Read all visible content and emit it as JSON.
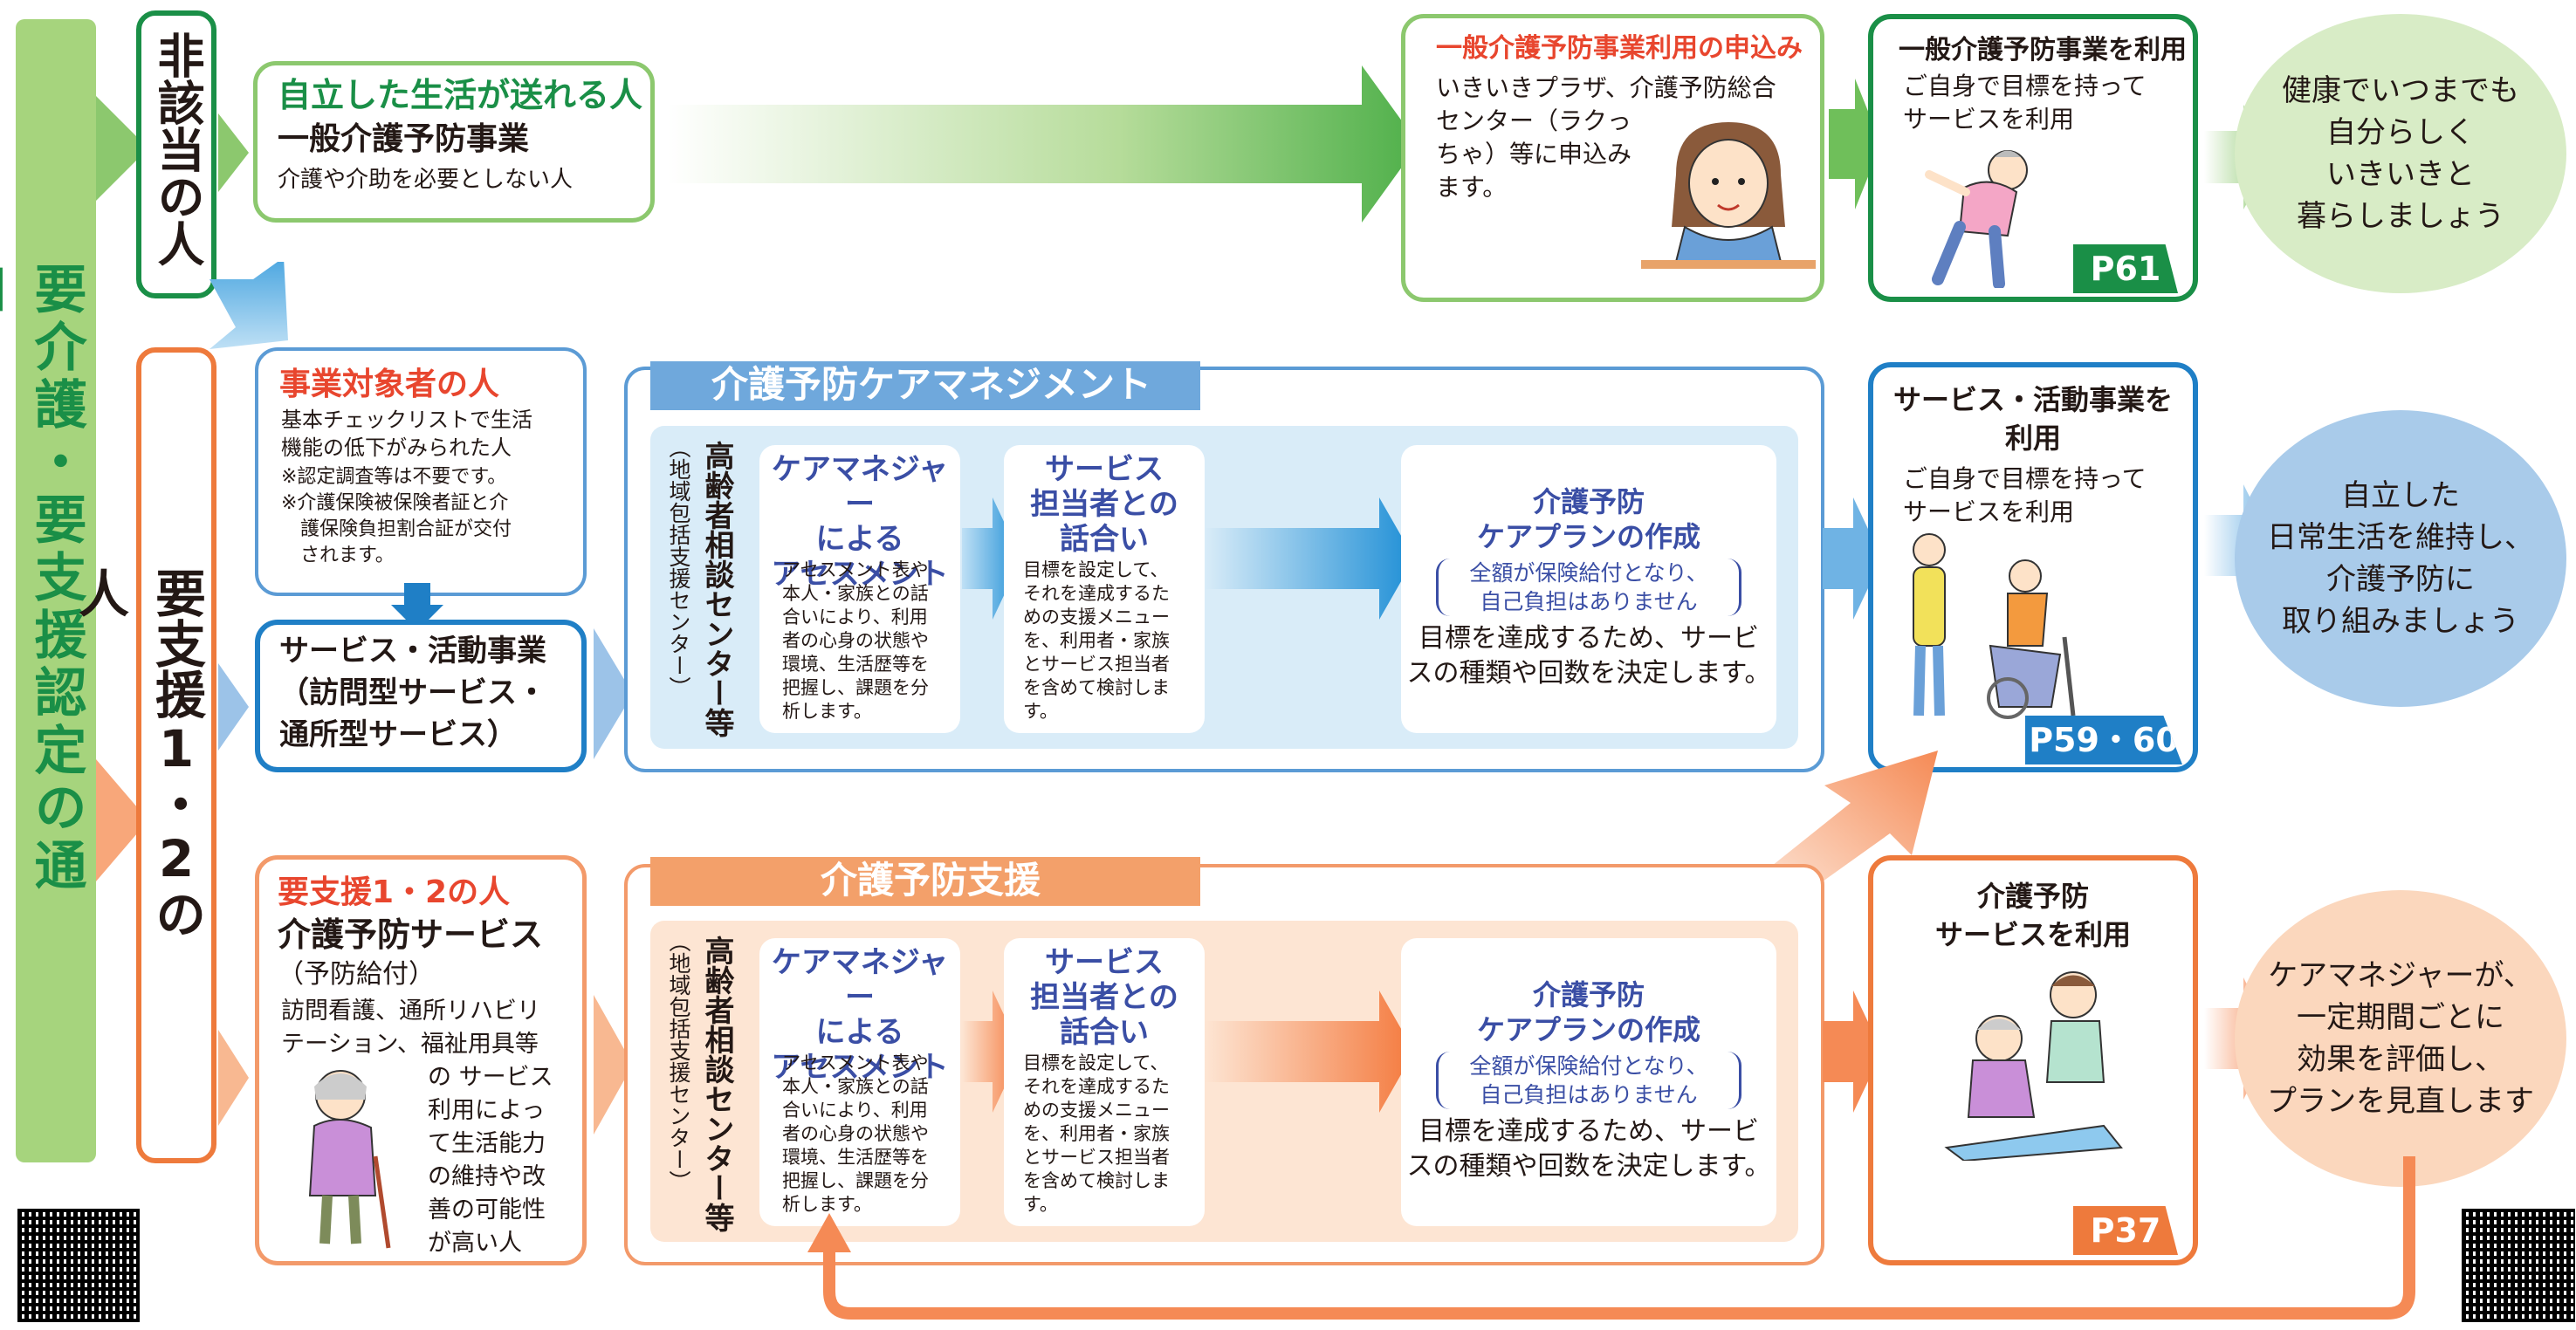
{
  "left_label": "要介護・要支援認定の通知",
  "rows": {
    "hi_gaitou": {
      "label": "非該当の人",
      "box_title": "自立した生活が送れる人",
      "box_subtitle": "一般介護予防事業",
      "box_text": "介護や介助を必要としない人",
      "apply_title": "一般介護予防事業利用の申込み",
      "apply_text": "いきいきプラザ、介護予防総合\nセンター（ラクっ\nちゃ）等に申込み\nます。",
      "use_title": "一般介護予防事業を利用",
      "use_text": "ご自身で目標を持って\nサービスを利用",
      "page": "P61",
      "result": "健康でいつまでも\n自分らしく\nいきいきと\n暮らしましょう"
    },
    "youshien": {
      "label": "要支援1・2の人",
      "jigyou_title": "事業対象者の人",
      "jigyou_text": "基本チェックリストで生活\n機能の低下がみられた人",
      "jigyou_notes": "※認定調査等は不要です。\n※介護保険被保険者証と介\n　護保険負担割合証が交付\n　されます。",
      "service_title": "サービス・活動事業\n（訪問型サービス・\n通所型サービス）",
      "yoshien_title": "要支援1・2の人",
      "yoshien_subtitle": "介護予防サービス",
      "yoshien_kyufu": "（予防給付）",
      "yoshien_text_top": "訪問看護、通所リハビリ\nテーション、福祉用具等",
      "yoshien_text_side": "の サービス\n利用によっ\nて生活能力\nの維持や改\n善の可能性\nが高い人"
    }
  },
  "care_management": {
    "banner": "介護予防ケアマネジメント",
    "center": "高齢者相談センター等",
    "center_sub": "（地域包括支援センター）",
    "assessment_title": "ケアマネジャー\nによる\nアセスメント",
    "assessment_text": "アセスメント表や\n本人・家族との話\n合いにより、利用\n者の心身の状態や\n環境、生活歴等を\n把握し、課題を分\n析します。",
    "meeting_title": "サービス\n担当者との\n話合い",
    "meeting_text": "目標を設定して、\nそれを達成するた\nめの支援メニュー\nを、利用者・家族\nとサービス担当者\nを含めて検討しま\nす。",
    "plan_title": "介護予防\nケアプランの作成",
    "plan_note": "全額が保険給付となり、\n自己負担はありません",
    "plan_text": "目標を達成するため、サービ\nスの種類や回数を決定します。"
  },
  "prevention_support": {
    "banner": "介護予防支援",
    "center": "高齢者相談センター等",
    "center_sub": "（地域包括支援センター）",
    "assessment_title": "ケアマネジャー\nによる\nアセスメント",
    "assessment_text": "アセスメント表や\n本人・家族との話\n合いにより、利用\n者の心身の状態や\n環境、生活歴等を\n把握し、課題を分\n析します。",
    "meeting_title": "サービス\n担当者との\n話合い",
    "meeting_text": "目標を設定して、\nそれを達成するた\nめの支援メニュー\nを、利用者・家族\nとサービス担当者\nを含めて検討しま\nす。",
    "plan_title": "介護予防\nケアプランの作成",
    "plan_note": "全額が保険給付となり、\n自己負担はありません",
    "plan_text": "目標を達成するため、サービ\nスの種類や回数を決定します。"
  },
  "service_use": {
    "title": "サービス・活動事業を\n利用",
    "text": "ご自身で目標を持って\nサービスを利用",
    "page": "P59・60",
    "result": "自立した\n日常生活を維持し、\n介護予防に\n取り組みましょう"
  },
  "prevention_use": {
    "title": "介護予防\nサービスを利用",
    "page": "P37",
    "result": "ケアマネジャーが、\n一定期間ごとに\n効果を評価し、\nプランを見直します"
  },
  "colors": {
    "green": "#8cc86e",
    "dark_green": "#1a8f47",
    "blue": "#5b9bd5",
    "dark_blue": "#1f7fc6",
    "orange": "#f39a6a",
    "dark_orange": "#ee7a3c",
    "red_text": "#e8462e",
    "navy_text": "#3a4ea5"
  },
  "icons": [
    "qr-code-icon",
    "receptionist-illustration",
    "stretching-senior-illustration",
    "exercise-machine-illustration",
    "senior-with-cane-illustration",
    "caregiver-illustration"
  ]
}
